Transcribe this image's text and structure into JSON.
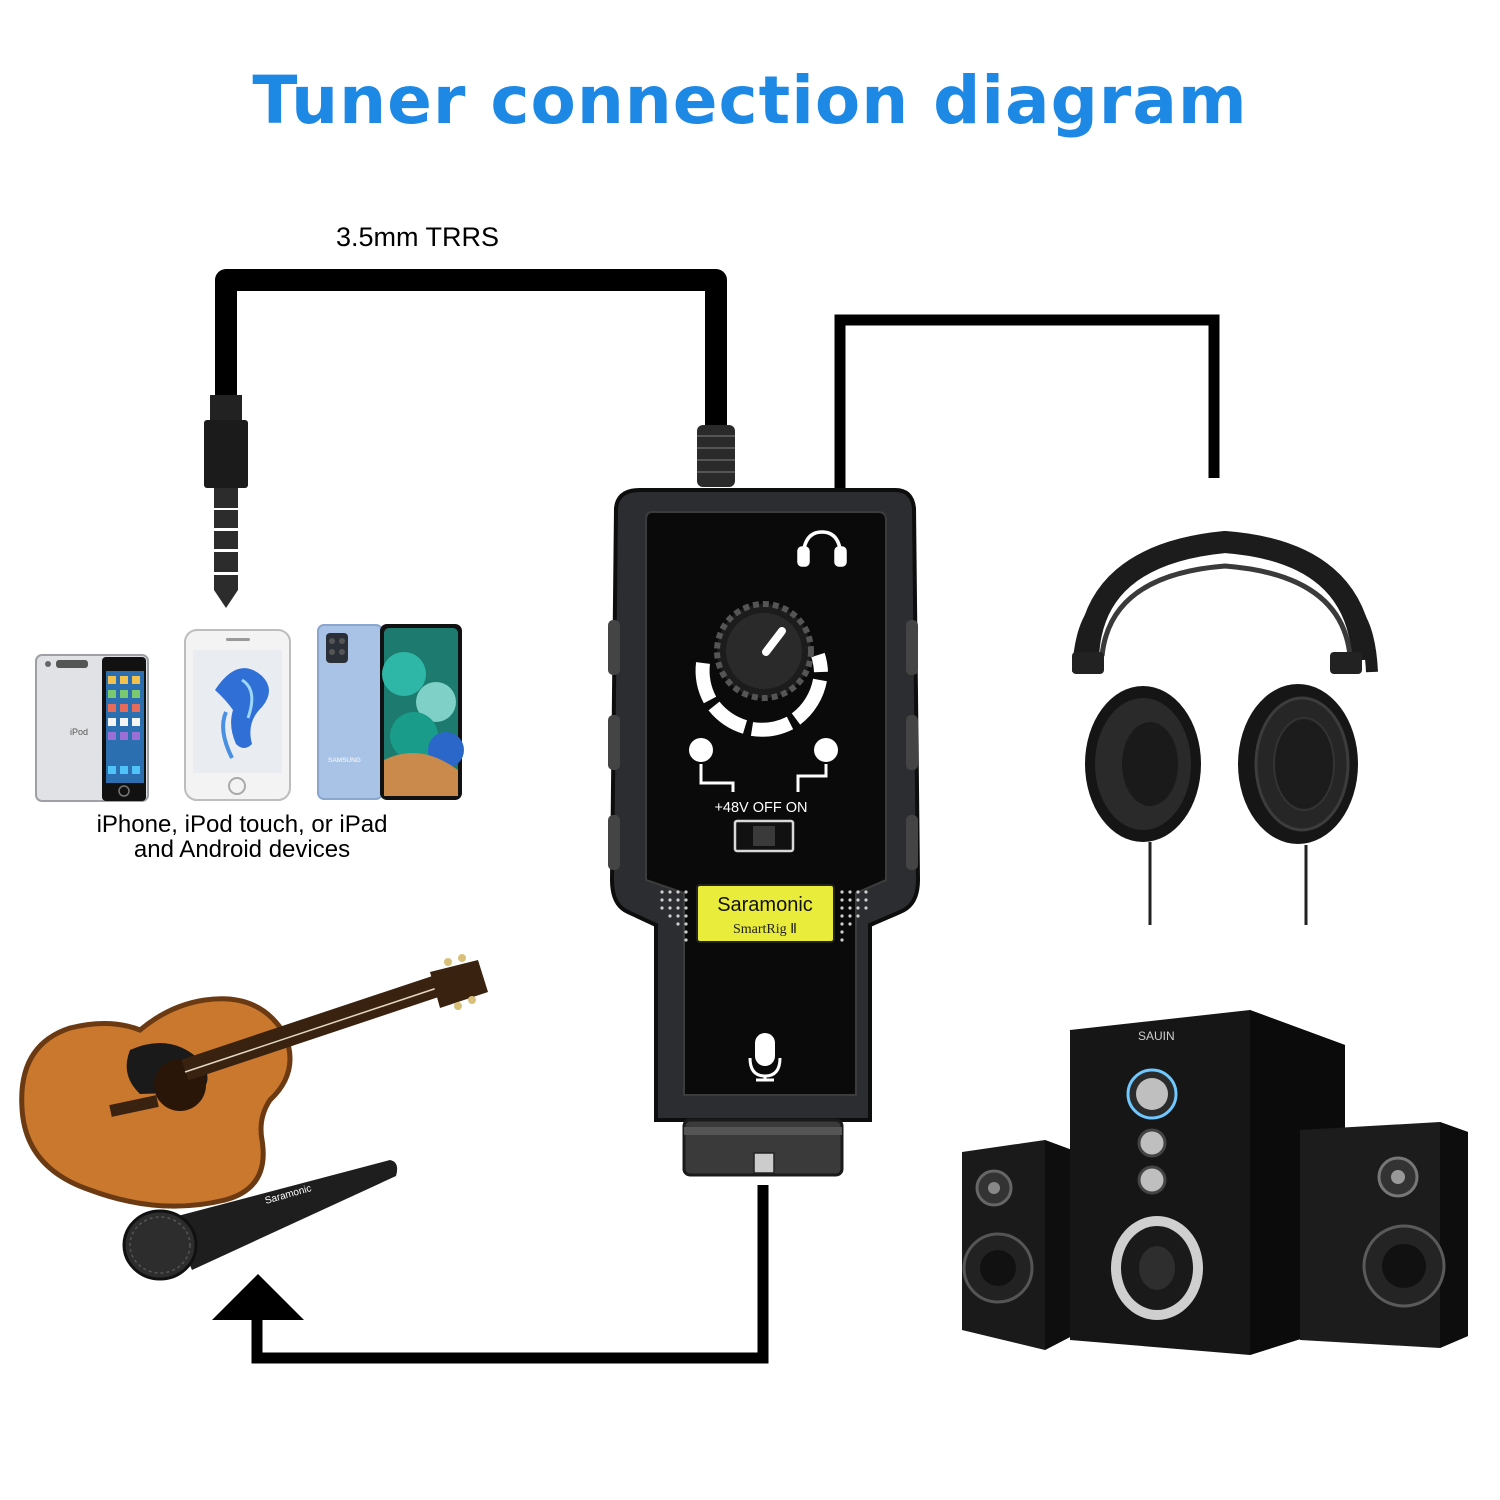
{
  "title": "Tuner connection diagram",
  "cable_label": "3.5mm TRRS",
  "devices": {
    "caption_line1": "iPhone, iPod touch, or iPad",
    "caption_line2": "and Android devices",
    "ipod_label": "iPod",
    "phone_brand": "SAMSUNG"
  },
  "interface": {
    "switch_label": "+48V OFF ON",
    "brand": "Saramonic",
    "model": "SmartRig Ⅱ"
  },
  "microphone": {
    "brand": "Saramonic"
  },
  "speakers": {
    "brand": "SAUIN"
  },
  "colors": {
    "title": "#1e88e5",
    "badge": "#e9ec3a",
    "cable": "#000000"
  },
  "icons": [
    "headphone-icon",
    "microphone-icon",
    "arrow-up-icon"
  ]
}
